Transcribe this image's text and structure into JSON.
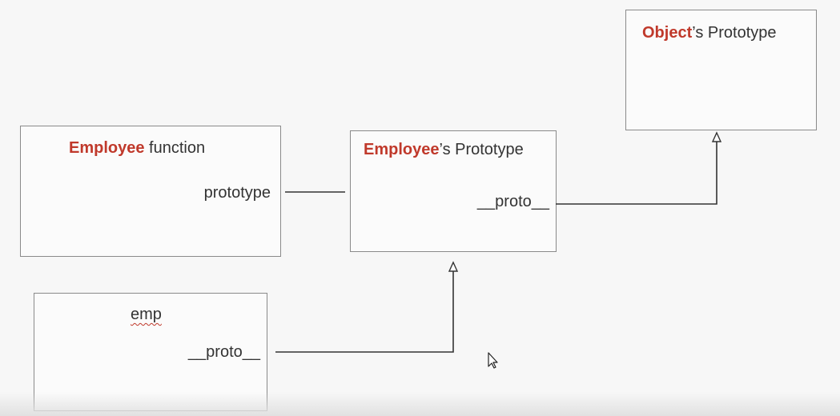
{
  "nodes": {
    "employee_function": {
      "title_highlight": "Employee",
      "title_rest": " function",
      "property": "prototype"
    },
    "employee_prototype": {
      "title_highlight": "Employee",
      "title_rest": "’s Prototype",
      "property": "__proto__"
    },
    "object_prototype": {
      "title_highlight": "Object",
      "title_rest": "’s Prototype"
    },
    "emp": {
      "title": "emp",
      "property": "__proto__"
    }
  },
  "colors": {
    "highlight": "#c0392b",
    "text": "#333333",
    "border": "#8a8a8a"
  }
}
